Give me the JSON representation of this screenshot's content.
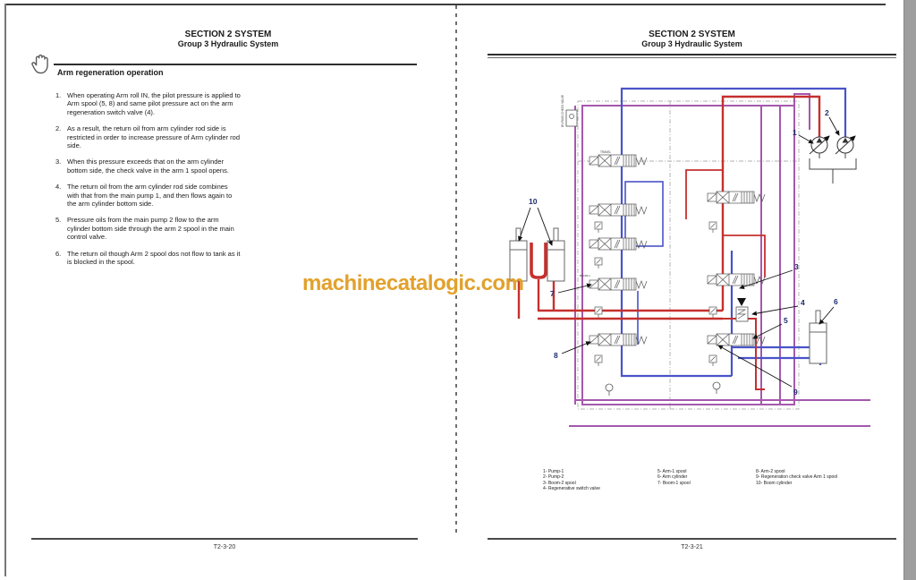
{
  "watermark": {
    "text": "machinecatalogic.com",
    "color": "#e2a12c"
  },
  "cursor": {
    "type": "grab-hand"
  },
  "left_page": {
    "header_line1": "SECTION 2 SYSTEM",
    "header_line2": "Group 3 Hydraulic System",
    "section_title": "Arm regeneration operation",
    "items": [
      {
        "num": "1.",
        "text": "When operating Arm roll IN, the pilot pressure is applied to Arm spool (5, 8) and same pilot pressure act on the arm regeneration switch valve (4)."
      },
      {
        "num": "2.",
        "text": "As a result, the return oil from arm cylinder rod side is restricted in order to increase pressure of Arm cylinder rod side."
      },
      {
        "num": "3.",
        "text": "When this pressure exceeds that on the arm cylinder bottom side, the check valve in the arm 1 spool opens."
      },
      {
        "num": "4.",
        "text": "The return oil from the arm cylinder rod side combines with that from the main pump 1, and then flows again to the arm cylinder bottom side."
      },
      {
        "num": "5.",
        "text": "Pressure oils from the main pump 2 flow to the arm cylinder bottom side through the arm 2 spool in the main control valve."
      },
      {
        "num": "6.",
        "text": "The return oil though Arm 2 spool dos not flow to tank as it is blocked in the spool."
      }
    ],
    "page_number": "T2-3-20"
  },
  "right_page": {
    "header_line1": "SECTION 2 SYSTEM",
    "header_line2": "Group 3 Hydraulic System",
    "page_number": "T2-3-21",
    "diagram": {
      "callouts": [
        "1",
        "2",
        "3",
        "4",
        "5",
        "6",
        "7",
        "8",
        "9",
        "10"
      ],
      "component_labels": {
        "bypass_valve": "BY-PASS CHECK VALVE",
        "travel": "TRAVEL",
        "boom1": "BOOM-1"
      },
      "legend_col1": [
        "1- Pump-1",
        "2- Pump-2",
        "3- Boom-2 spool",
        "4- Regenerative switch valve"
      ],
      "legend_col2": [
        "5- Arm-1 spool",
        "6- Arm cylinder",
        "7- Boom-1 spool"
      ],
      "legend_col3": [
        "8- Arm-2 spool",
        "9- Regeneration check valve Arm 1 spool",
        "10- Boom cylinder"
      ],
      "colors": {
        "pressure_line": "#c5302e",
        "return_line": "#4953c8",
        "envelope": "#a558ad"
      }
    }
  }
}
